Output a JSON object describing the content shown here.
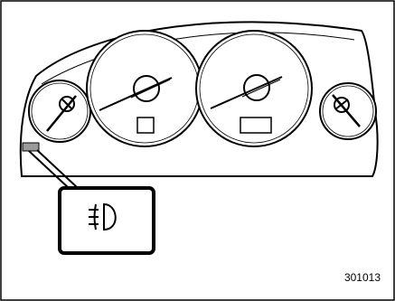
{
  "figure": {
    "code": "301013"
  },
  "instrument_cluster": {
    "gauges": [
      {
        "name": "left-small-gauge",
        "icon": "needle-icon"
      },
      {
        "name": "speedometer",
        "icon": "needle-icon"
      },
      {
        "name": "tachometer",
        "icon": "needle-icon"
      },
      {
        "name": "right-small-gauge",
        "icon": "needle-icon"
      }
    ],
    "indicator": {
      "name": "front-fog-light-indicator",
      "icon": "front-fog-light-icon",
      "color": "#9a9a9a"
    }
  },
  "colors": {
    "line": "#000000",
    "background": "#ffffff"
  }
}
